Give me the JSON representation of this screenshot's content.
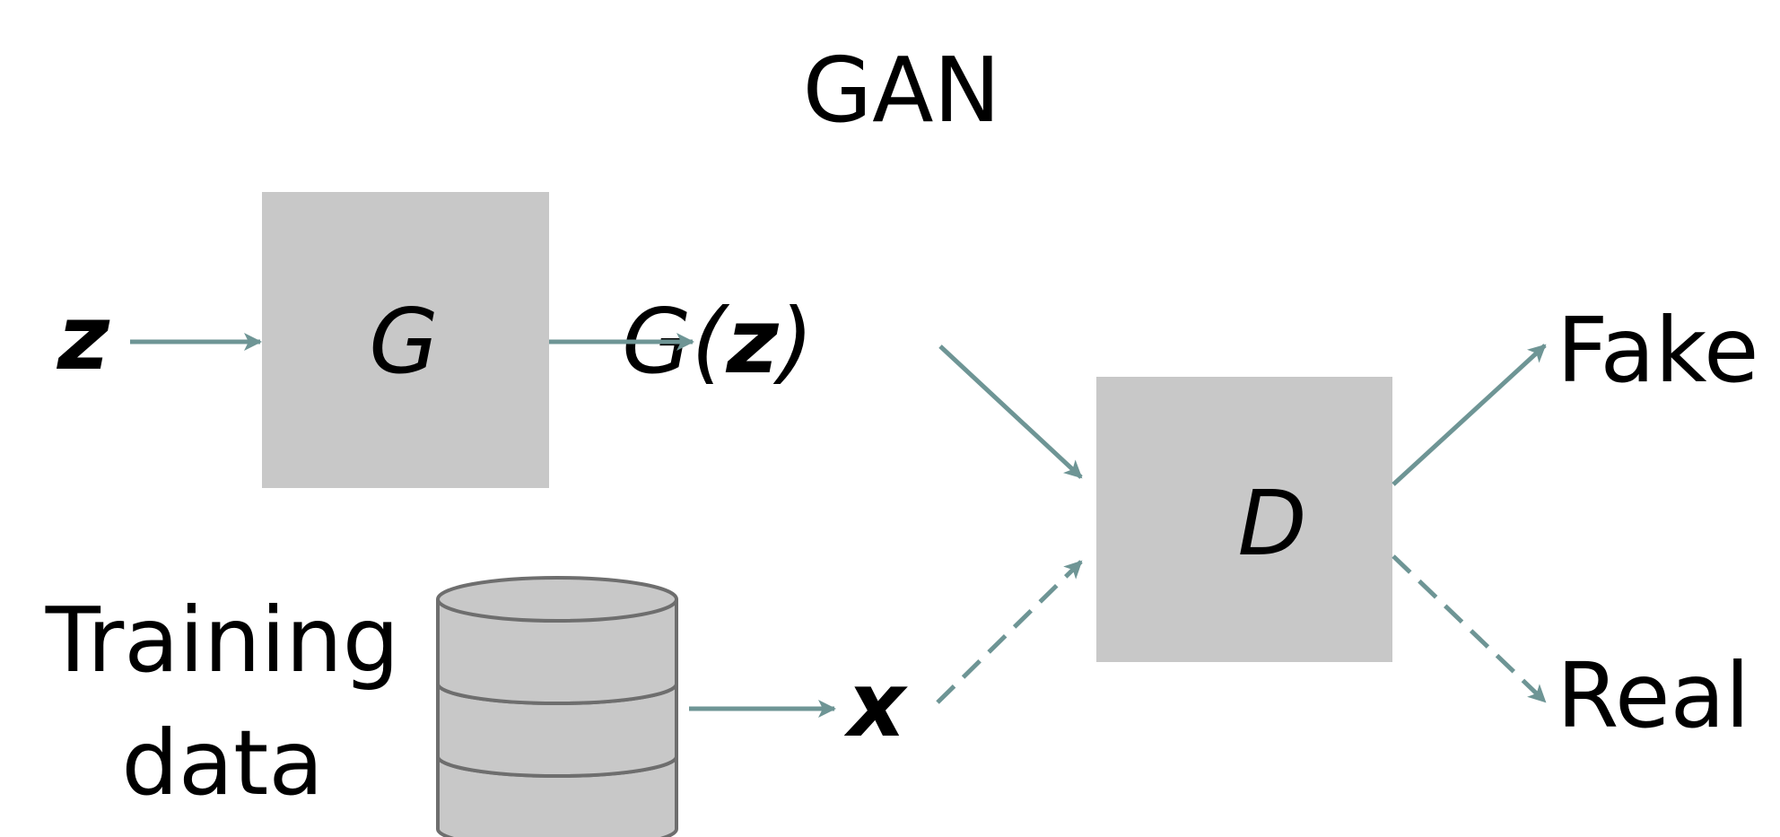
{
  "title": "GAN",
  "nodes": {
    "z": {
      "label": "z"
    },
    "generator": {
      "label": "G"
    },
    "generated": {
      "prefix": "G(",
      "var": "z",
      "suffix": ")"
    },
    "discriminator": {
      "label": "D"
    },
    "training_data": {
      "line1": "Training",
      "line2": "data",
      "icon": "database-icon"
    },
    "x": {
      "label": "x"
    },
    "fake": {
      "label": "Fake"
    },
    "real": {
      "label": "Real"
    }
  },
  "colors": {
    "box": "#c8c8c8",
    "arrow": "#6e9595",
    "database_fill": "#c8c8c8",
    "database_stroke": "#6e6e6e",
    "text": "#000000"
  },
  "edges": [
    {
      "from": "z",
      "to": "generator",
      "style": "solid"
    },
    {
      "from": "generator",
      "to": "generated",
      "style": "solid"
    },
    {
      "from": "generated",
      "to": "discriminator",
      "style": "solid"
    },
    {
      "from": "training_data",
      "to": "x",
      "style": "solid"
    },
    {
      "from": "x",
      "to": "discriminator",
      "style": "dashed"
    },
    {
      "from": "discriminator",
      "to": "fake",
      "style": "solid"
    },
    {
      "from": "discriminator",
      "to": "real",
      "style": "dashed"
    }
  ]
}
